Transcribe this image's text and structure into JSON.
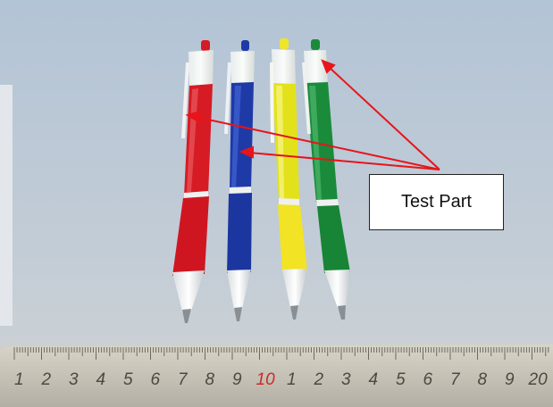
{
  "callout": {
    "label": "Test Part"
  },
  "ruler": {
    "digits": [
      "1",
      "2",
      "3",
      "4",
      "5",
      "6",
      "7",
      "8",
      "9",
      "10",
      "1",
      "2",
      "3",
      "4",
      "5",
      "6",
      "7",
      "8",
      "9",
      "20"
    ]
  },
  "colors": {
    "background_wall": "#aebfd0",
    "table_surface": "#bfcad3",
    "ruler_metal": "#c7c2b6",
    "arrow": "#e8141a",
    "pen_red": "#d61b24",
    "pen_blue": "#1e3aa7",
    "pen_yellow": "#e3e21a",
    "pen_green": "#1a8b3b",
    "ruler_highlight_digit": "#cc2a2a"
  },
  "pens": [
    {
      "name": "red-pen",
      "color": "#d61b24"
    },
    {
      "name": "blue-pen",
      "color": "#1e3aa7"
    },
    {
      "name": "yellow-pen",
      "color": "#e3e21a"
    },
    {
      "name": "green-pen",
      "color": "#1a8b3b"
    }
  ]
}
